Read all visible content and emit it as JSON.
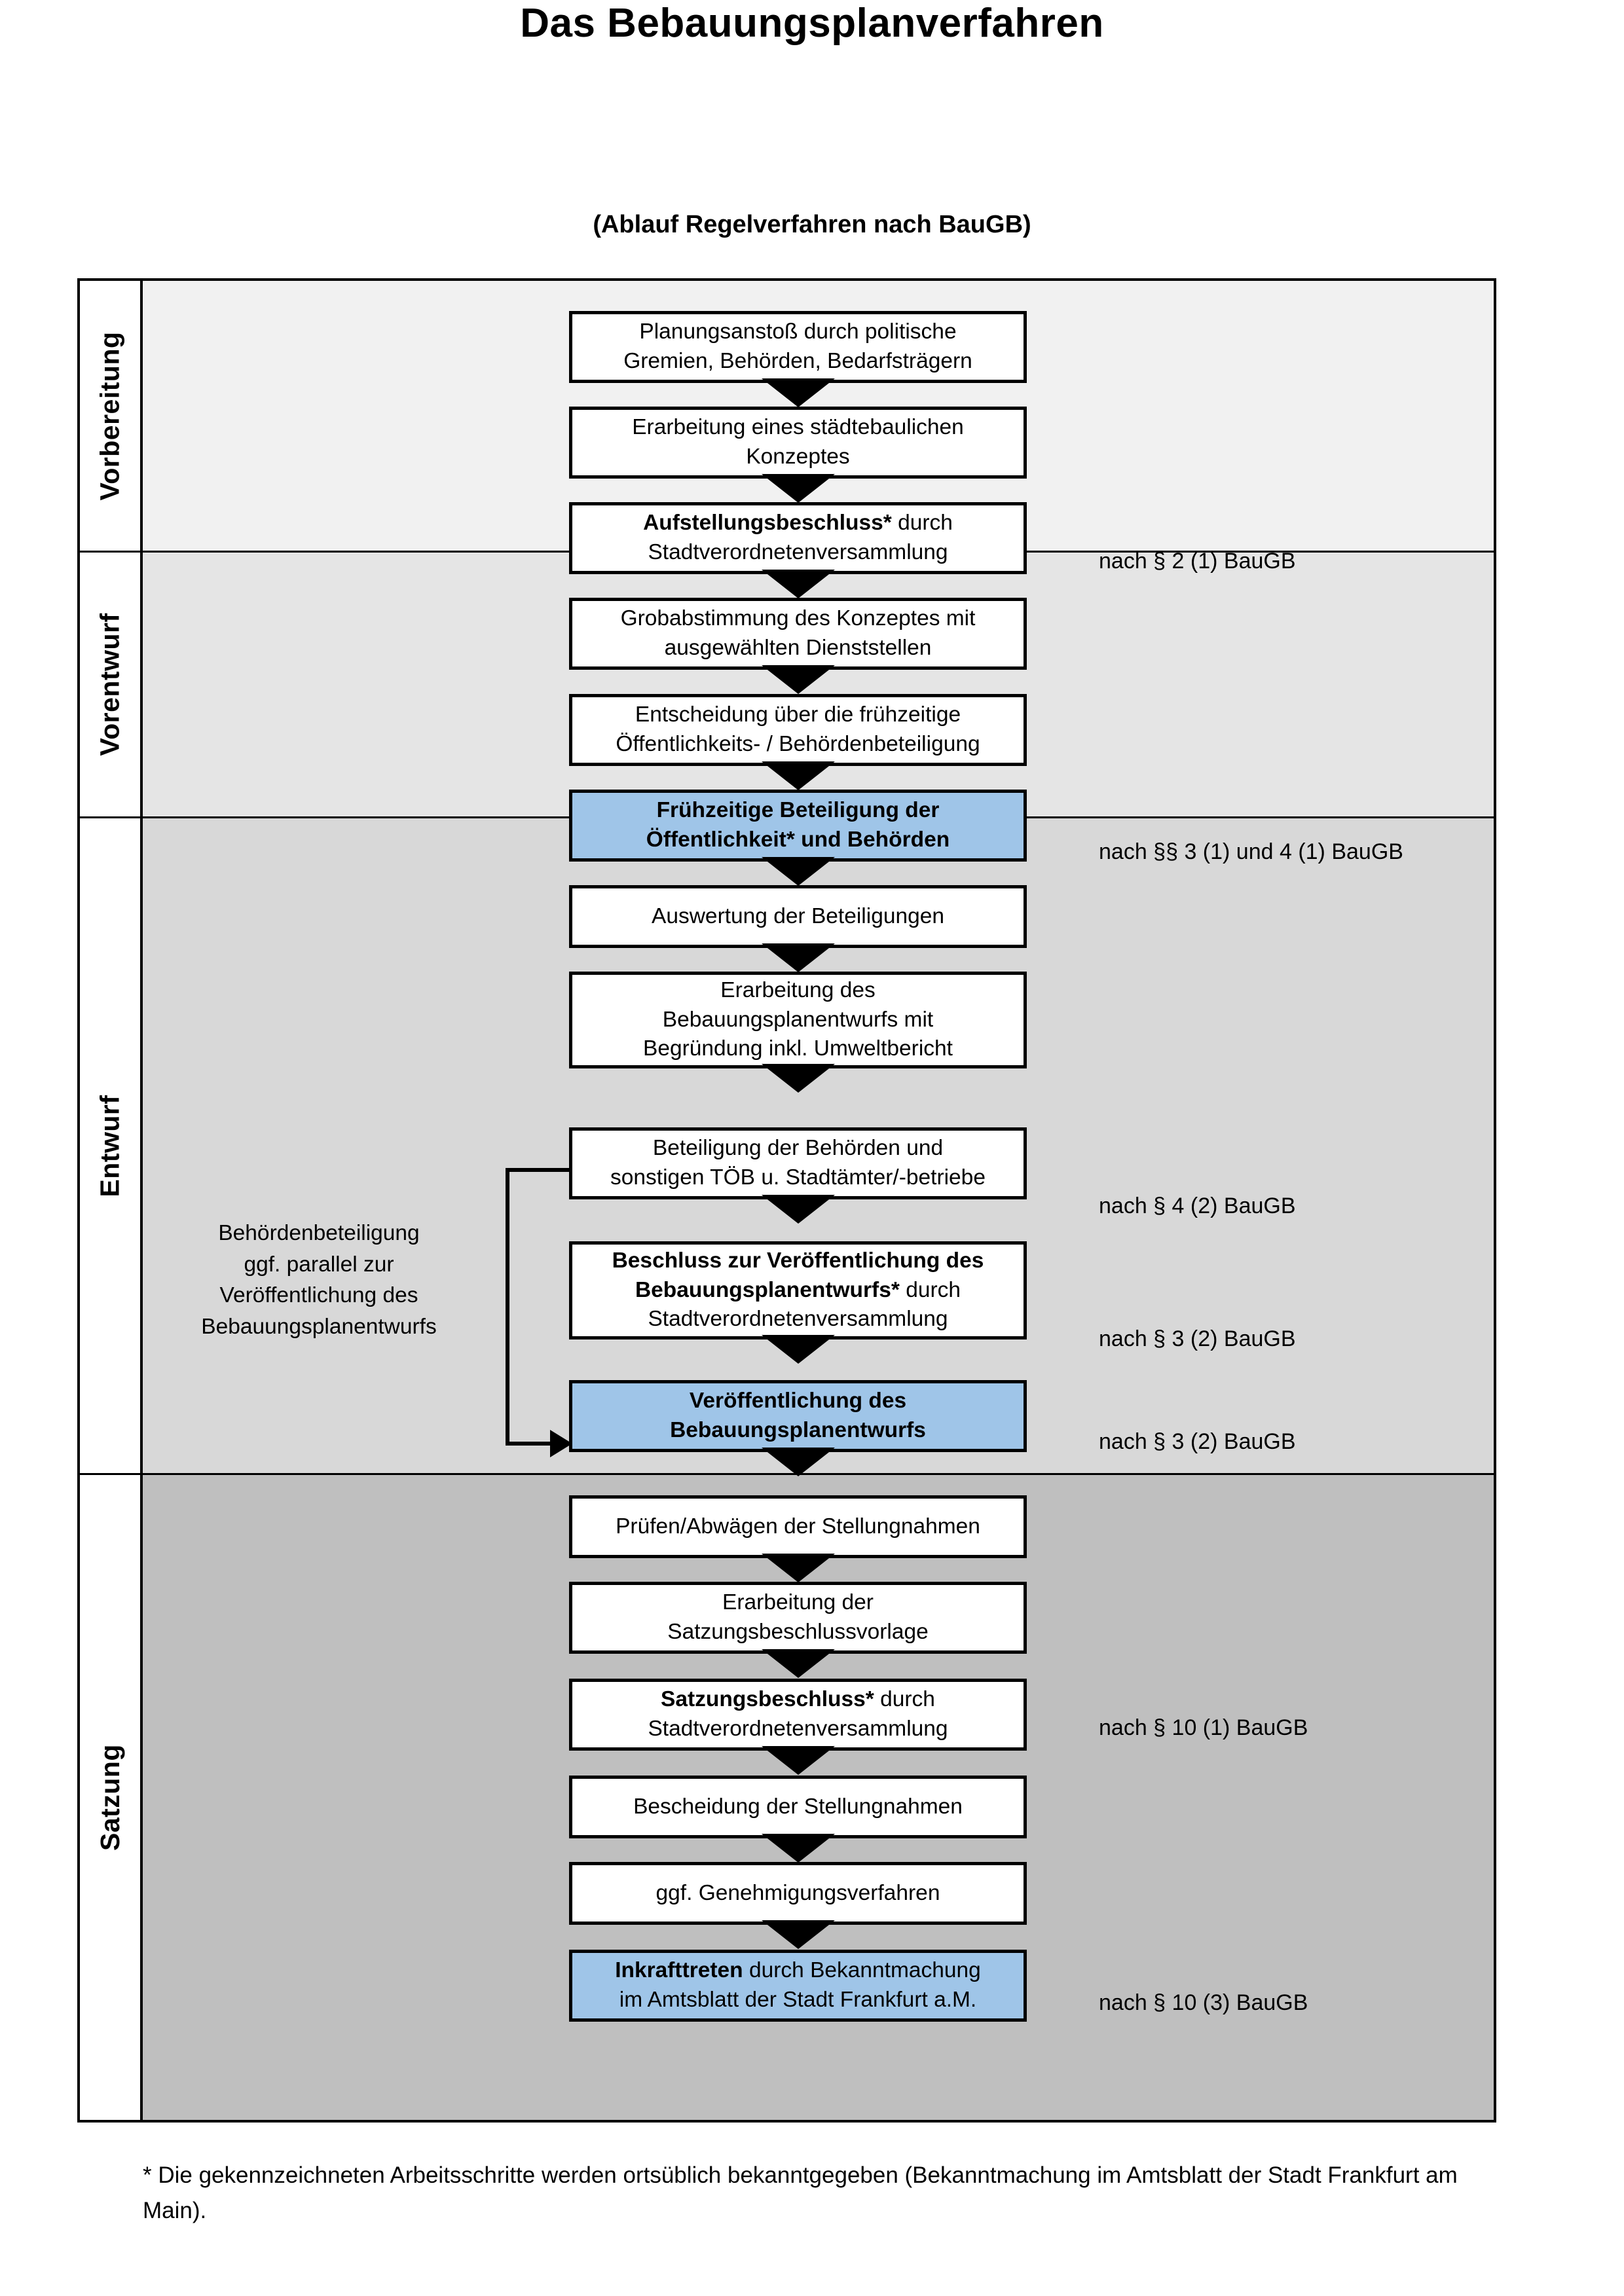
{
  "header": {
    "title": "Das Bebauungsplanverfahren",
    "subtitle": "(Ablauf Regelverfahren nach BauGB)"
  },
  "colors": {
    "highlight_blue": "#9fc5e8",
    "band_vorbereitung": "#f1f1f1",
    "band_vorentwurf": "#e5e5e5",
    "band_entwurf": "#d8d8d8",
    "band_satzung": "#bfbfbf",
    "border": "#000000"
  },
  "sections": [
    {
      "label": "Vorbereitung"
    },
    {
      "label": "Vorentwurf"
    },
    {
      "label": "Entwurf"
    },
    {
      "label": "Satzung"
    }
  ],
  "steps": [
    {
      "id": "planungsanstoss",
      "line1": "Planungsanstoß durch politische",
      "line2": "Gremien, Behörden, Bedarfsträgern",
      "highlighted": false
    },
    {
      "id": "staedtebauliches-konzept",
      "line1": "Erarbeitung eines städtebaulichen",
      "line2": "Konzeptes",
      "highlighted": false
    },
    {
      "id": "aufstellungsbeschluss",
      "bold1": "Aufstellungsbeschluss*",
      "rest1": " durch",
      "line2": "Stadtverordnetenversammlung",
      "highlighted": false
    },
    {
      "id": "grobabstimmung",
      "line1": "Grobabstimmung des Konzeptes mit",
      "line2": "ausgewählten Dienststellen",
      "highlighted": false
    },
    {
      "id": "entscheidung-fruehzeitige",
      "line1": "Entscheidung über die frühzeitige",
      "line2": "Öffentlichkeits- / Behördenbeteiligung",
      "highlighted": false
    },
    {
      "id": "fruehzeitige-beteiligung",
      "line1": "Frühzeitige Beteiligung der",
      "line2": "Öffentlichkeit* und Behörden",
      "highlighted": true
    },
    {
      "id": "auswertung-beteiligungen",
      "line1": "Auswertung der Beteiligungen",
      "highlighted": false
    },
    {
      "id": "erarbeitung-bplanentwurf",
      "line1": "Erarbeitung des",
      "line2": "Bebauungsplanentwurfs mit",
      "line3": "Begründung inkl. Umweltbericht",
      "highlighted": false
    },
    {
      "id": "beteiligung-behoerden-toeb",
      "line1": "Beteiligung der Behörden und",
      "line2": "sonstigen TÖB u. Stadtämter/-betriebe",
      "highlighted": false
    },
    {
      "id": "beschluss-veroeffentlichung",
      "bold1": "Beschluss zur Veröffentlichung des",
      "bold2": "Bebauungsplanentwurfs*",
      "rest2": " durch",
      "line3": "Stadtverordnetenversammlung",
      "highlighted": false
    },
    {
      "id": "veroeffentlichung-bplanentwurf",
      "line1": "Veröffentlichung des",
      "line2": "Bebauungsplanentwurfs",
      "highlighted": true
    },
    {
      "id": "pruefen-abwaegen",
      "line1": "Prüfen/Abwägen der Stellungnahmen",
      "highlighted": false
    },
    {
      "id": "erarbeitung-satzungsvorlage",
      "line1": "Erarbeitung der",
      "line2": "Satzungsbeschlussvorlage",
      "highlighted": false
    },
    {
      "id": "satzungsbeschluss",
      "bold1": "Satzungsbeschluss*",
      "rest1": " durch",
      "line2": "Stadtverordnetenversammlung",
      "highlighted": false
    },
    {
      "id": "bescheidung-stellungnahmen",
      "line1": "Bescheidung der Stellungnahmen",
      "highlighted": false
    },
    {
      "id": "genehmigungsverfahren",
      "line1": "ggf. Genehmigungsverfahren",
      "highlighted": false
    },
    {
      "id": "inkrafttreten",
      "bold1": "Inkrafttreten",
      "rest1": " durch Bekanntmachung",
      "line2": "im Amtsblatt der Stadt Frankfurt a.M.",
      "highlighted": true
    }
  ],
  "legal_references": [
    {
      "id": "ref-par2-1",
      "text": "nach § 2 (1) BauGB"
    },
    {
      "id": "ref-par3-1-par4-1",
      "text": "nach §§ 3 (1) und 4 (1) BauGB"
    },
    {
      "id": "ref-par4-2",
      "text": "nach § 4 (2) BauGB"
    },
    {
      "id": "ref-par3-2-a",
      "text": "nach § 3 (2) BauGB"
    },
    {
      "id": "ref-par3-2-b",
      "text": "nach § 3 (2) BauGB"
    },
    {
      "id": "ref-par10-1",
      "text": "nach § 10 (1) BauGB"
    },
    {
      "id": "ref-par10-3",
      "text": "nach § 10 (3) BauGB"
    }
  ],
  "sidenote": {
    "line1": "Behördenbeteiligung",
    "line2": "ggf. parallel zur",
    "line3": "Veröffentlichung des",
    "line4": "Bebauungsplanentwurfs"
  },
  "footnote": {
    "text": "* Die gekennzeichneten Arbeitsschritte werden ortsüblich bekanntgegeben (Bekanntmachung im Amtsblatt  der Stadt Frankfurt am Main)."
  }
}
